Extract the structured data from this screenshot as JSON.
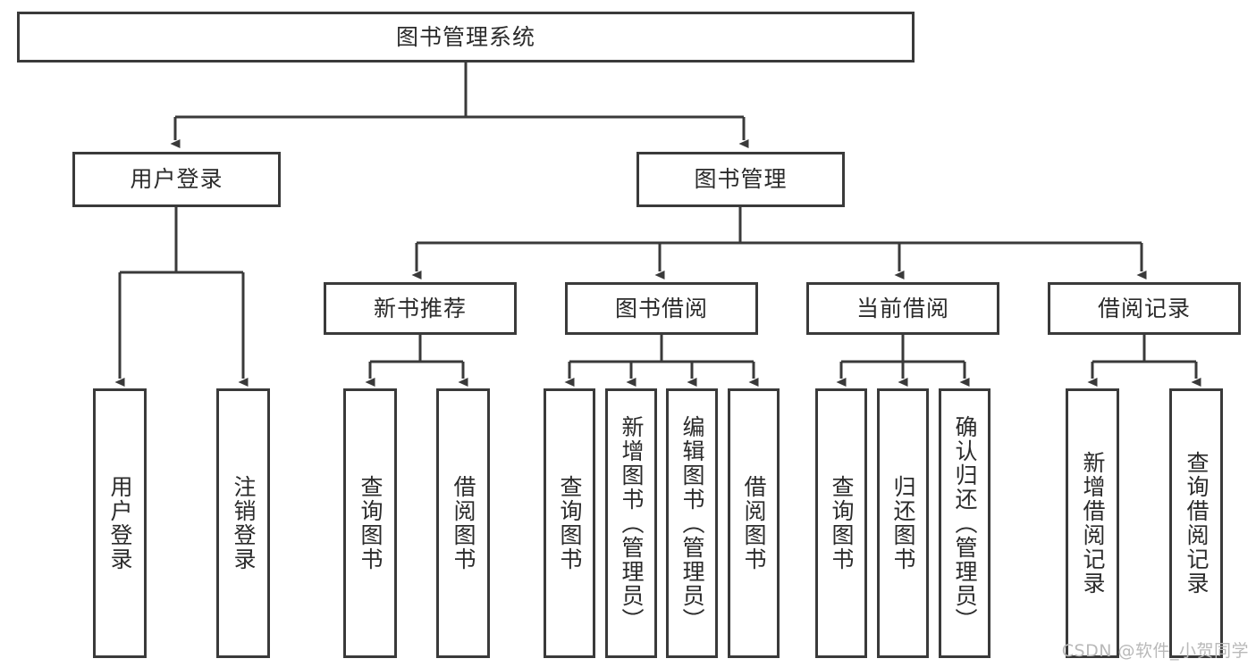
{
  "diagram": {
    "title": "图书管理系统",
    "type": "tree-hierarchy",
    "root": {
      "label": "图书管理系统"
    },
    "level2": [
      {
        "label": "用户登录"
      },
      {
        "label": "图书管理"
      }
    ],
    "level3": [
      {
        "label": "新书推荐"
      },
      {
        "label": "图书借阅"
      },
      {
        "label": "当前借阅"
      },
      {
        "label": "借阅记录"
      }
    ],
    "leaves": {
      "user_login": [
        {
          "label": "用户登录"
        },
        {
          "label": "注销登录"
        }
      ],
      "new_book_recommend": [
        {
          "label": "查询图书"
        },
        {
          "label": "借阅图书"
        }
      ],
      "book_borrow": [
        {
          "label": "查询图书"
        },
        {
          "label": "新增图书（管理员）"
        },
        {
          "label": "编辑图书（管理员）"
        },
        {
          "label": "借阅图书"
        }
      ],
      "current_borrow": [
        {
          "label": "查询图书"
        },
        {
          "label": "归还图书"
        },
        {
          "label": "确认归还（管理员）"
        }
      ],
      "borrow_record": [
        {
          "label": "新增借阅记录"
        },
        {
          "label": "查询借阅记录"
        }
      ]
    }
  },
  "watermark": {
    "text": "CSDN @软件_小贺同学"
  },
  "colors": {
    "border": "#3a3a3a",
    "text": "#2b2b2b",
    "background": "#ffffff",
    "watermark": "#b9b9b9"
  }
}
